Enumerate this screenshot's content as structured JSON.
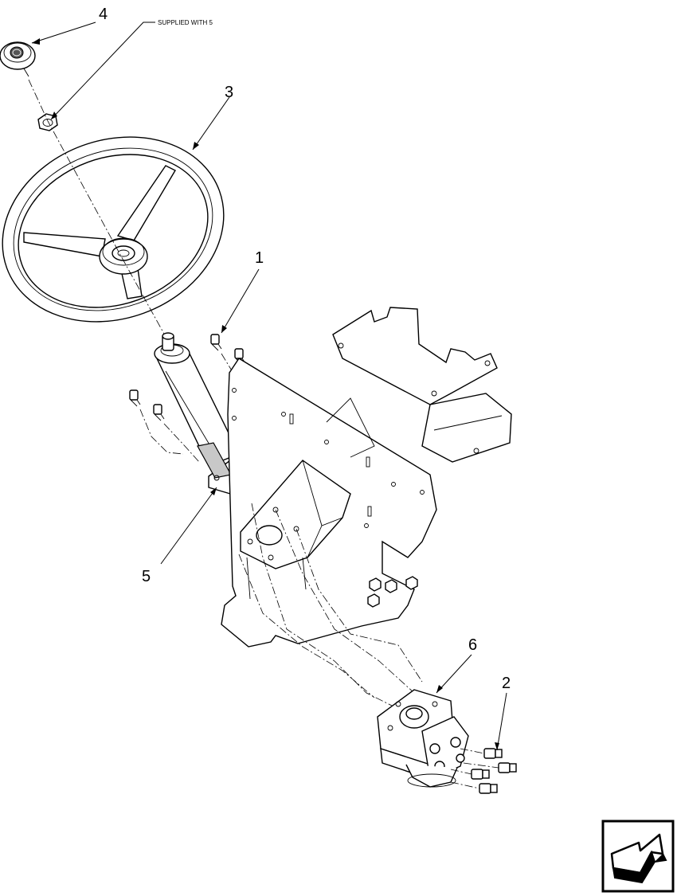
{
  "callouts": {
    "item_1": "1",
    "item_2": "2",
    "item_3": "3",
    "item_4": "4",
    "item_5": "5",
    "item_6": "6"
  },
  "note": "SUPPLIED WITH  5",
  "nav_icon": "next-page-arrow-icon"
}
